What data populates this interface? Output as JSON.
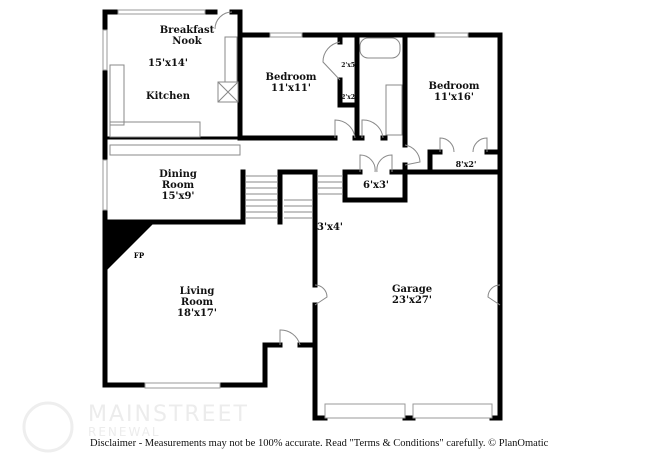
{
  "rooms": {
    "breakfast": "Breakfast\nNook",
    "breakfast_line1": "Breakfast",
    "breakfast_line2": "Nook",
    "kitchen_size": "15'x14'",
    "kitchen": "Kitchen",
    "bedroom1": "Bedroom",
    "bedroom1_size": "11'x11'",
    "closet1": "2'x5'",
    "closet2": "2'x2'",
    "bedroom2": "Bedroom",
    "bedroom2_size": "11'x16'",
    "closet3": "8'x2'",
    "closet4": "6'x3'",
    "dining_line1": "Dining",
    "dining_line2": "Room",
    "dining_size": "15'x9'",
    "closet5": "3'x4'",
    "fireplace": "FP",
    "living_line1": "Living",
    "living_line2": "Room",
    "living_size": "18'x17'",
    "garage": "Garage",
    "garage_size": "23'x27'"
  },
  "watermark": {
    "line1": "MAINSTREET",
    "line2": "RENEWAL"
  },
  "disclaimer": "Disclaimer - Measurements may not be 100% accurate. Read \"Terms & Conditions\" carefully. © PlanOmatic"
}
